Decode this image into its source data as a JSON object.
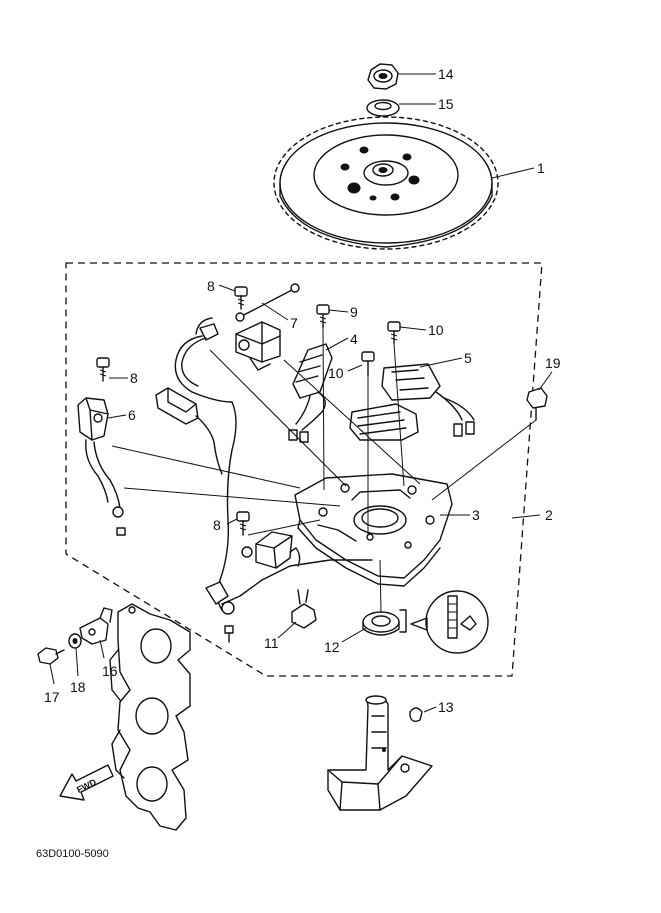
{
  "diagram": {
    "callouts": [
      {
        "id": "c14",
        "text": "14"
      },
      {
        "id": "c15",
        "text": "15"
      },
      {
        "id": "c1",
        "text": "1"
      },
      {
        "id": "c8a",
        "text": "8"
      },
      {
        "id": "c7",
        "text": "7"
      },
      {
        "id": "c9",
        "text": "9"
      },
      {
        "id": "c10a",
        "text": "10"
      },
      {
        "id": "c4",
        "text": "4"
      },
      {
        "id": "c5",
        "text": "5"
      },
      {
        "id": "c10b",
        "text": "10"
      },
      {
        "id": "c19",
        "text": "19"
      },
      {
        "id": "c8b",
        "text": "8"
      },
      {
        "id": "c6",
        "text": "6"
      },
      {
        "id": "c3",
        "text": "3"
      },
      {
        "id": "c2",
        "text": "2"
      },
      {
        "id": "c8c",
        "text": "8"
      },
      {
        "id": "c11",
        "text": "11"
      },
      {
        "id": "c12",
        "text": "12"
      },
      {
        "id": "c16",
        "text": "16"
      },
      {
        "id": "c17",
        "text": "17"
      },
      {
        "id": "c18",
        "text": "18"
      },
      {
        "id": "c13",
        "text": "13"
      }
    ],
    "fwd_label": "FWD",
    "drawing_code": "63D0100-5090"
  }
}
